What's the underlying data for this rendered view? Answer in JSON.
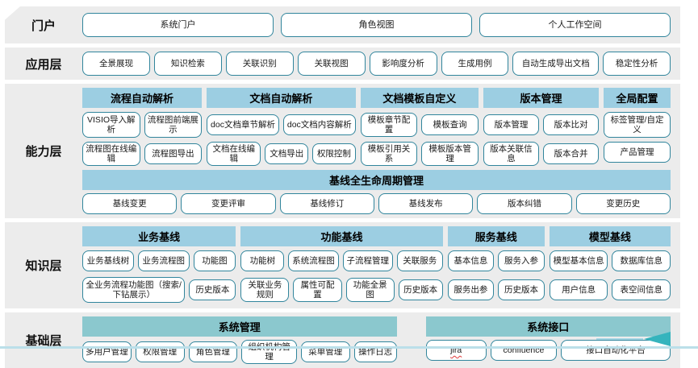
{
  "colors": {
    "band_bg": "#ECECEC",
    "box_border": "#31859C",
    "header_blue": "#9CCEE2",
    "header_teal": "#8BC8CE",
    "arrow_teal": "#35B4BD",
    "bottom_line_blue": "#BBDFE9",
    "squiggle_red": "#E03A3A"
  },
  "layers": {
    "portal": {
      "label": "门户",
      "items": [
        "系统门户",
        "角色视图",
        "个人工作空间"
      ]
    },
    "app": {
      "label": "应用层",
      "items": [
        "全景展现",
        "知识检索",
        "关联识别",
        "关联视图",
        "影响度分析",
        "生成用例",
        "自动生成导出文档",
        "稳定性分析"
      ]
    },
    "capability": {
      "label": "能力层",
      "groups": [
        {
          "title": "流程自动解析",
          "rows": [
            [
              "VISIO导入解析",
              "流程图前端展示"
            ],
            [
              "流程图在线编辑",
              "流程图导出"
            ]
          ]
        },
        {
          "title": "文档自动解析",
          "rows": [
            [
              "doc文档章节解析",
              "doc文档内容解析"
            ],
            [
              "文档在线编辑",
              "文档导出",
              "权限控制"
            ]
          ]
        },
        {
          "title": "文档模板自定义",
          "rows": [
            [
              "模板章节配置",
              "模板查询"
            ],
            [
              "模板引用关系",
              "模板版本管理"
            ]
          ]
        },
        {
          "title": "版本管理",
          "rows": [
            [
              "版本管理",
              "版本比对"
            ],
            [
              "版本关联信息",
              "版本合并"
            ]
          ]
        },
        {
          "title": "全局配置",
          "rows": [
            [
              "标签管理/自定义"
            ],
            [
              "产品管理"
            ]
          ]
        }
      ],
      "baseline": {
        "title": "基线全生命周期管理",
        "items": [
          "基线变更",
          "变更评审",
          "基线修订",
          "基线发布",
          "版本纠错",
          "变更历史"
        ]
      }
    },
    "knowledge": {
      "label": "知识层",
      "groups": [
        {
          "title": "业务基线",
          "rows": [
            [
              "业务基线树",
              "业务流程图",
              "功能图"
            ],
            [
              "全业务流程功能图（搜索/下钻展示）",
              "历史版本"
            ]
          ]
        },
        {
          "title": "功能基线",
          "rows": [
            [
              "功能树",
              "系统流程图",
              "子流程管理",
              "关联服务"
            ],
            [
              "关联业务规则",
              "属性可配置",
              "功能全景图",
              "历史版本"
            ]
          ]
        },
        {
          "title": "服务基线",
          "rows": [
            [
              "基本信息",
              "服务入参"
            ],
            [
              "服务出参",
              "历史版本"
            ]
          ]
        },
        {
          "title": "模型基线",
          "rows": [
            [
              "模型基本信息",
              "数据库信息"
            ],
            [
              "用户信息",
              "表空间信息"
            ]
          ]
        }
      ]
    },
    "foundation": {
      "label": "基础层",
      "groups": [
        {
          "title": "系统管理",
          "items": [
            "多用户管理",
            "权限管理",
            "角色管理",
            "组织机构管理",
            "菜单管理",
            "操作日志"
          ]
        },
        {
          "title": "系统接口",
          "items": [
            "jira",
            "confluence",
            "接口自动化平台"
          ]
        }
      ]
    }
  }
}
